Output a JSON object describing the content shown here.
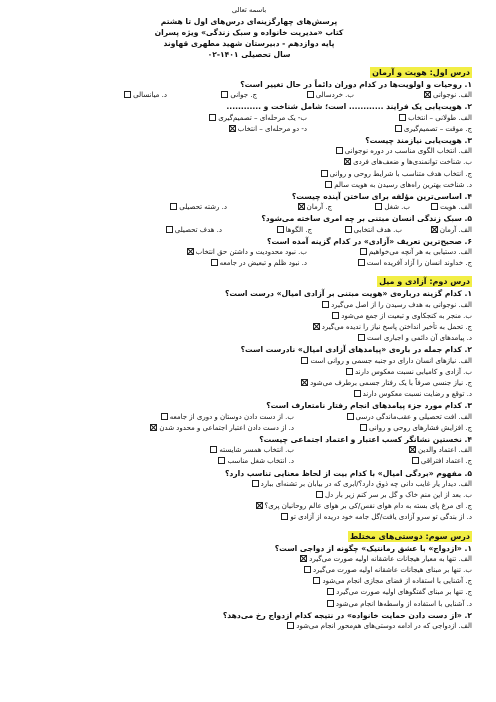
{
  "header": {
    "line1": "باسمه تعالی",
    "line2": "پرسش‌های چهارگزینه‌ای درس‌های اول تا هشتم",
    "line3": "کتاب «مدیریت خانواده و سبک زندگی» ویژه پسران",
    "line4": "پایه دوازدهم - دبیرستان شهید مطهری قهاوند",
    "line5": "سال تحصیلی ۱۴۰۱-۰۲"
  },
  "sections": [
    {
      "title": "درس اول: هویت و آرمان"
    },
    {
      "title": "درس دوم: آزادی و میل"
    },
    {
      "title": "درس سوم: دوستی‌های مختلط"
    }
  ],
  "questions": [
    {
      "stem": "۱. روحیات و اولویت‌ها در کدام دوران دائماً در حال تغییر است؟",
      "options": [
        "الف. نوجوانی",
        "ب. خردسالی",
        "ج. جوانی",
        "د. میانسالی"
      ]
    },
    {
      "stem": "۲. هویت‌یابی یک فرایند ............ است؛ شامل شناخت و ............",
      "options": [
        "الف. طولانی – انتخاب",
        "ب- یک مرحله‌ای – تصمیم‌گیری",
        "ج. موقت – تصمیم‌گیری",
        "د- دو مرحله‌ای – انتخاب"
      ]
    },
    {
      "stem": "۳. هویت‌یابی نیازمند چیست؟",
      "options": [
        "الف. انتخاب الگوی مناسب در دوره نوجوانی",
        "ب. شناخت توانمندی‌ها و ضعف‌های فردی",
        "ج. انتخاب هدف متناسب با شرایط روحی و روانی",
        "د. شناخت بهترین راه‌های رسیدن به هویت سالم"
      ]
    },
    {
      "stem": "۴. اساسی‌ترین مؤلفه برای ساختن آینده چیست؟",
      "options": [
        "الف. هویت",
        "ب. شغل",
        "ج. آرمان",
        "د. رشته تحصیلی"
      ]
    },
    {
      "stem": "۵. سبک زندگی انسان مبتنی بر چه امری ساخته می‌شود؟",
      "options": [
        "الف. آرمان",
        "ب. هدف انتخابی",
        "ج. الگوها",
        "د. هدف تحصیلی"
      ]
    },
    {
      "stem": "۶. صحیح‌ترین تعریف «آزادی» در کدام گزینه آمده است؟",
      "options": [
        "الف. دستیابی به هر آنچه می‌خواهیم",
        "ب. نبود محدودیت و داشتن حق انتخاب",
        "ج. خداوند انسان را آزاد آفریده است",
        "د. نبود ظلم و تبعیض در جامعه"
      ]
    },
    {
      "stem": "۱. کدام گزینه درباره‌ی «هویت مبتنی بر آزادی امیال» درست است؟",
      "options": [
        "الف. نوجوانی به هدف رسیدن را از اصل می‌گیرد",
        "ب. منجر به کنجکاوی و تبعیت از جمع می‌شود",
        "ج. تحمل به تأخیر انداختن پاسخ نیاز را ندیده می‌گیرد",
        "د. پیامدهای آن دائمی و اجباری است"
      ]
    },
    {
      "stem": "۲. کدام جمله در باره‌ی «پیامدهای آزادی امیال» نادرست است؟",
      "options": [
        "الف. نیازهای انسان دارای دو جنبه جسمی و روانی است",
        "ب. آزادی و کامیابی نسبت معکوس دارند",
        "ج. نیاز جنسی صرفاً با یک رفتار جسمی برطرف می‌شود",
        "د. توقع و رضایت نسبت معکوس دارند"
      ]
    },
    {
      "stem": "۳. کدام مورد جزء پیامدهای انجام رفتار نامتعارف است؟",
      "options": [
        "الف. افت تحصیلی و عقب‌ماندگی درسی",
        "ب. از دست دادن دوستان و دوری از جامعه",
        "ج. افزایش فشارهای روحی و روانی",
        "د. از دست دادن اعتبار اجتماعی و محدود شدن"
      ]
    },
    {
      "stem": "۴. نخستین نشانگر کسب اعتبار و اعتماد اجتماعی چیست؟",
      "options": [
        "الف. اعتماد والدین",
        "ب. انتخاب همسر شایسته",
        "ج. اعتماد افتراقی",
        "د. انتخاب شغل مناسب"
      ]
    },
    {
      "stem": "۵. مفهوم «بردگی امیال» با کدام بیت از لحاظ معنایی تناسب دارد؟",
      "options": [
        "الف. دیدار یار غایب دانی چه ذوق دارد؟/ابری که در بیابان بر تشنه‌ای ببارد",
        "ب. بعد از این منم خاک و گل بر سر کنم زیر بار دل",
        "ج. ای مرغ پای بسته به دام هوای نفس/کی بر هوای عالم روحانیان پری؟",
        "د. از بندگی تو سرو آزادی یافت/گل جامه خود دریده از آزادی تو"
      ]
    },
    {
      "stem": "۱. «ازدواج» با عشق رمانتیک» چگونه از دواجی است؟",
      "options": [
        "الف. تنها به معیار هیجانات عاشقانه اولیه صورت می‌گیرد",
        "ب. تنها بر مبنای هیجانات عاشقانه اولیه صورت می‌گیرد",
        "ج. آشنایی با استفاده از فضای مجازی انجام می‌شود",
        "ج. تنها بر مبنای گفتگوهای اولیه صورت می‌گیرد",
        "د. آشنایی با استفاده از واسطه‌ها انجام می‌شود"
      ]
    },
    {
      "stem": "۲. «از دست دادن حمایت خانواده» در نتیجه کدام ازدواج رخ می‌دهد؟",
      "options": [
        "الف. ازدواجی که در ادامه دوستی‌های هم‌محور انجام می‌شود"
      ]
    }
  ]
}
